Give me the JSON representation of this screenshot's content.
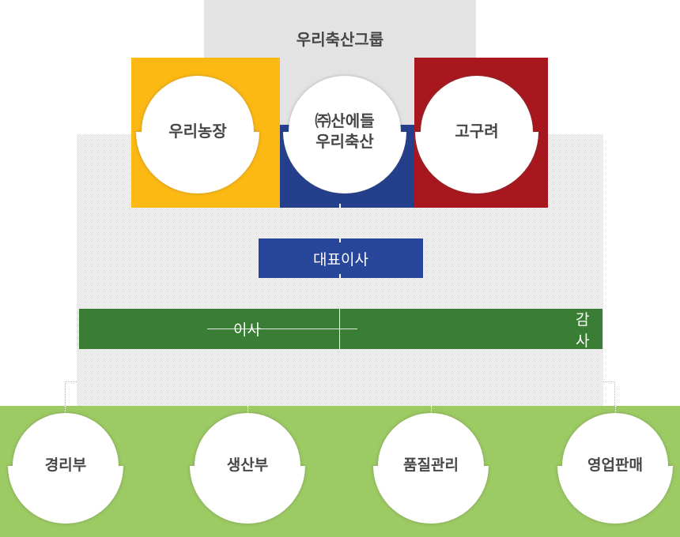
{
  "group": {
    "label": "우리축산그룹"
  },
  "subsidiaries": [
    {
      "label": "우리농장",
      "color": "#FDB913"
    },
    {
      "label": "㈜산에들\n우리축산",
      "color": "#24408C"
    },
    {
      "label": "고구려",
      "color": "#A8171E"
    }
  ],
  "ceo": {
    "label": "대표이사",
    "color": "#28469A"
  },
  "board": {
    "director_label": "이사",
    "auditor_label": "감사",
    "color": "#3A7D34"
  },
  "departments": [
    {
      "label": "경리부"
    },
    {
      "label": "생산부"
    },
    {
      "label": "품질관리"
    },
    {
      "label": "영업판매"
    }
  ],
  "colors": {
    "group_box": "#E3E3E3",
    "panel_checker": "#DADADA",
    "department_area": "#9CCA63",
    "text_dark": "#474747",
    "connector_dotted": "#B3B3B3"
  }
}
